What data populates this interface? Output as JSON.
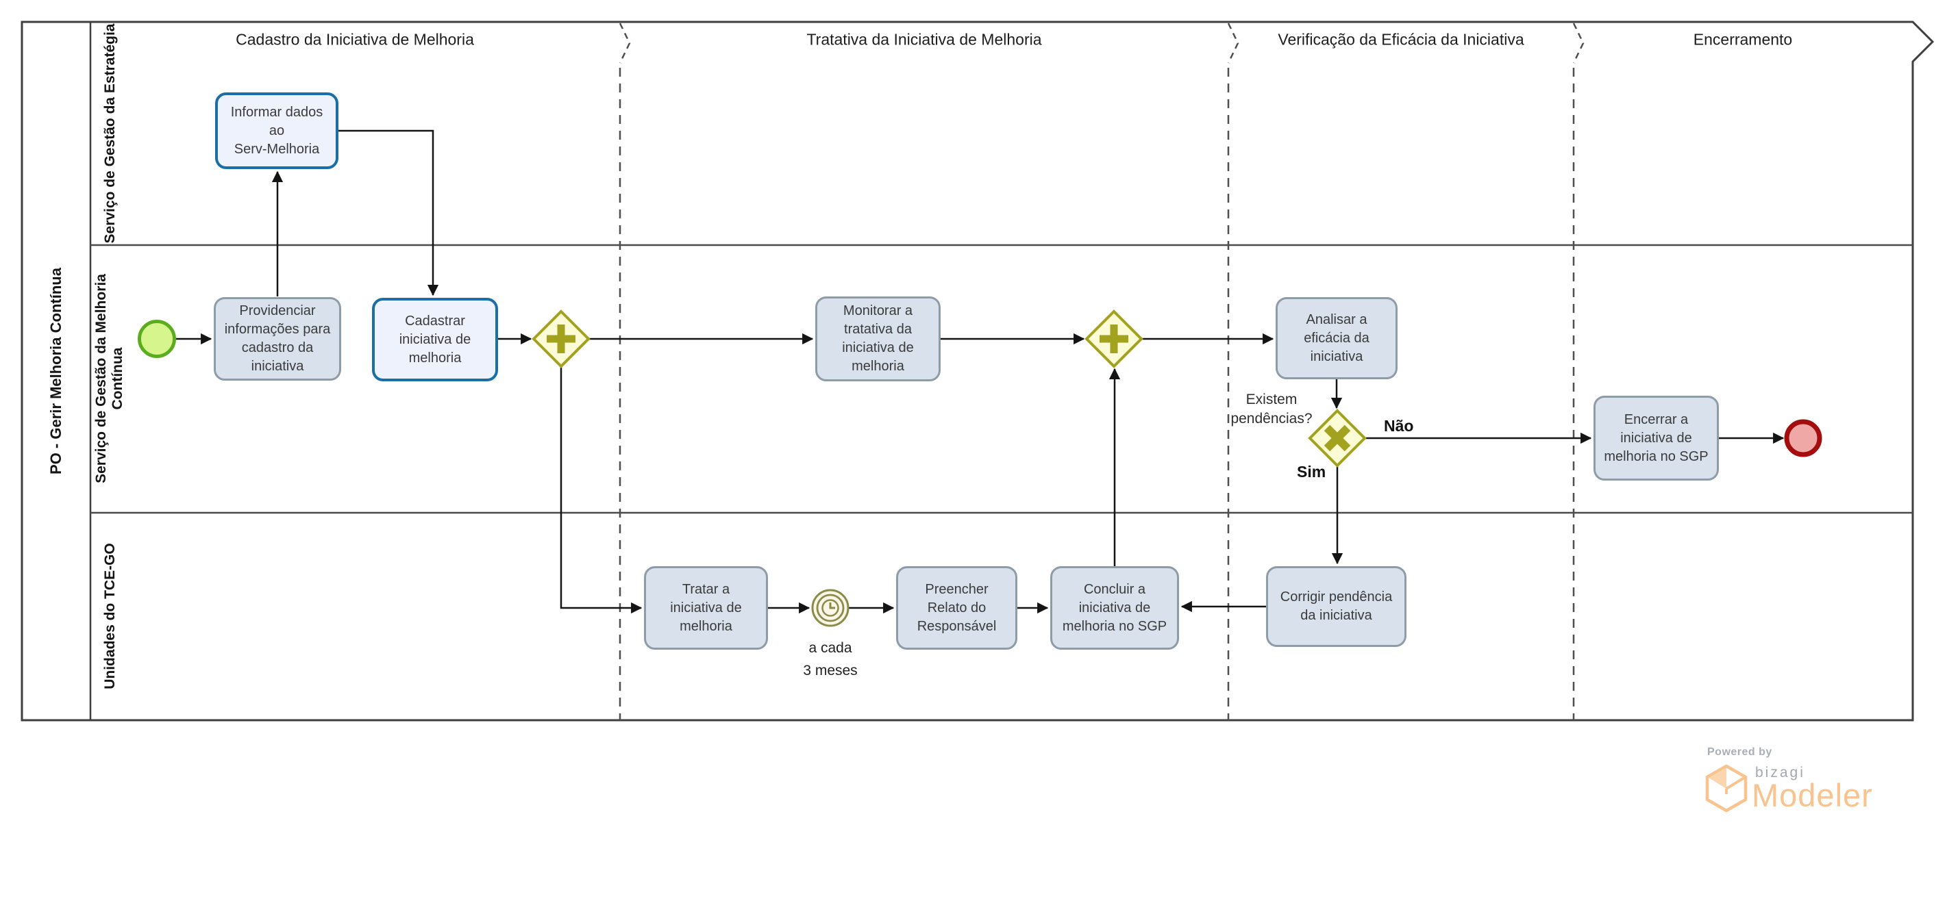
{
  "pool": {
    "label": "PO - Gerir Melhoria Contínua"
  },
  "lanes": [
    {
      "label": "Serviço de Gestão da Estratégia"
    },
    {
      "label": "Serviço de Gestão da Melhoria\nContínua"
    },
    {
      "label": "Unidades do TCE-GO"
    }
  ],
  "phases": [
    {
      "label": "Cadastro da Iniciativa de Melhoria"
    },
    {
      "label": "Tratativa da Iniciativa de Melhoria"
    },
    {
      "label": "Verificação da Eficácia da Iniciativa"
    },
    {
      "label": "Encerramento"
    }
  ],
  "tasks": {
    "informar": {
      "label": "Informar dados\nao\nServ-Melhoria"
    },
    "providenciar": {
      "label": "Providenciar\ninformações para\ncadastro da\niniciativa"
    },
    "cadastrar": {
      "label": "Cadastrar\niniciativa de\nmelhoria"
    },
    "monitorar": {
      "label": "Monitorar a\ntratativa da\niniciativa de\nmelhoria"
    },
    "analisar": {
      "label": "Analisar a\neficácia da\niniciativa"
    },
    "encerrar": {
      "label": "Encerrar a\niniciativa de\nmelhoria no SGP"
    },
    "tratar": {
      "label": "Tratar a\niniciativa de\nmelhoria"
    },
    "preencher": {
      "label": "Preencher\nRelato do\nResponsável"
    },
    "concluir": {
      "label": "Concluir a\niniciativa de\nmelhoria no SGP"
    },
    "corrigir": {
      "label": "Corrigir pendência\nda iniciativa"
    }
  },
  "gateways": {
    "parallel_1": {
      "type": "parallel"
    },
    "parallel_2": {
      "type": "parallel"
    },
    "exclusive": {
      "type": "exclusive",
      "question": "Existem\npendências?",
      "no_label": "Não",
      "yes_label": "Sim"
    }
  },
  "events": {
    "start": {
      "type": "start"
    },
    "timer": {
      "type": "timer",
      "label": "a cada\n3 meses"
    },
    "end": {
      "type": "end"
    }
  },
  "branding": {
    "powered_by": "Powered by",
    "brand": "bizagi",
    "product": "Modeler"
  },
  "colors": {
    "task_fill": "#D8E1EC",
    "task_border": "#8E9CA8",
    "task_blue_fill": "#EDF2FC",
    "task_blue_border": "#1C6FA4",
    "gateway_fill": "#FBFBD5",
    "gateway_border": "#A2A21F",
    "start_fill": "#D6F68D",
    "start_border": "#5BAD1E",
    "end_fill": "#F0A8A6",
    "end_border": "#A30D0D",
    "timer_color": "#8B8B49",
    "timer_fill": "#FAF7E9",
    "connector": "#141414",
    "pool_border": "#3F3F3F",
    "brand_orange": "#F8C38E",
    "brand_gray": "#A2A7AF"
  }
}
